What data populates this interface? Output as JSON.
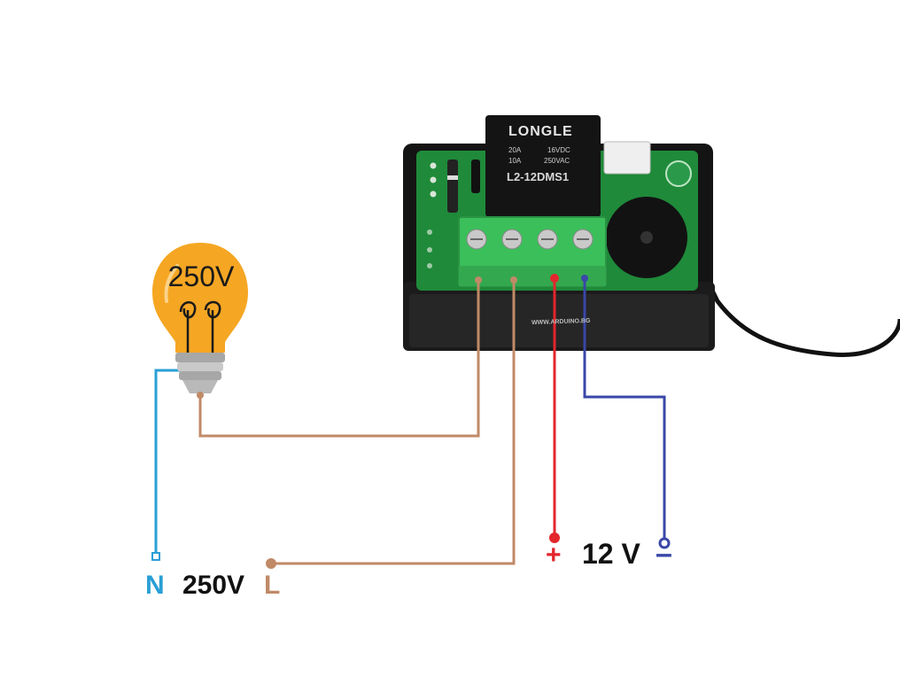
{
  "bulb": {
    "voltage_label": "250V",
    "icon": "light-bulb-icon"
  },
  "relay": {
    "brand": "LONGLE",
    "model": "L2-12DMS1",
    "spec_20a": "20A",
    "spec_16vdc": "16VDC",
    "spec_10a": "10A",
    "spec_250vac": "250VAC"
  },
  "watermark": "WWW.ARDUINO.BG",
  "terminals": {
    "neutral": "N",
    "mains_voltage": "250V",
    "live": "L",
    "plus": "+",
    "dc_voltage": "12 V",
    "minus": "–"
  },
  "colors": {
    "neutral_wire": "#2a9fd6",
    "live_wire": "#c08a67",
    "positive_wire": "#e3262c",
    "negative_wire": "#3a47a8",
    "bulb_glass": "#f5a623",
    "pcb": "#1f8a3a"
  }
}
